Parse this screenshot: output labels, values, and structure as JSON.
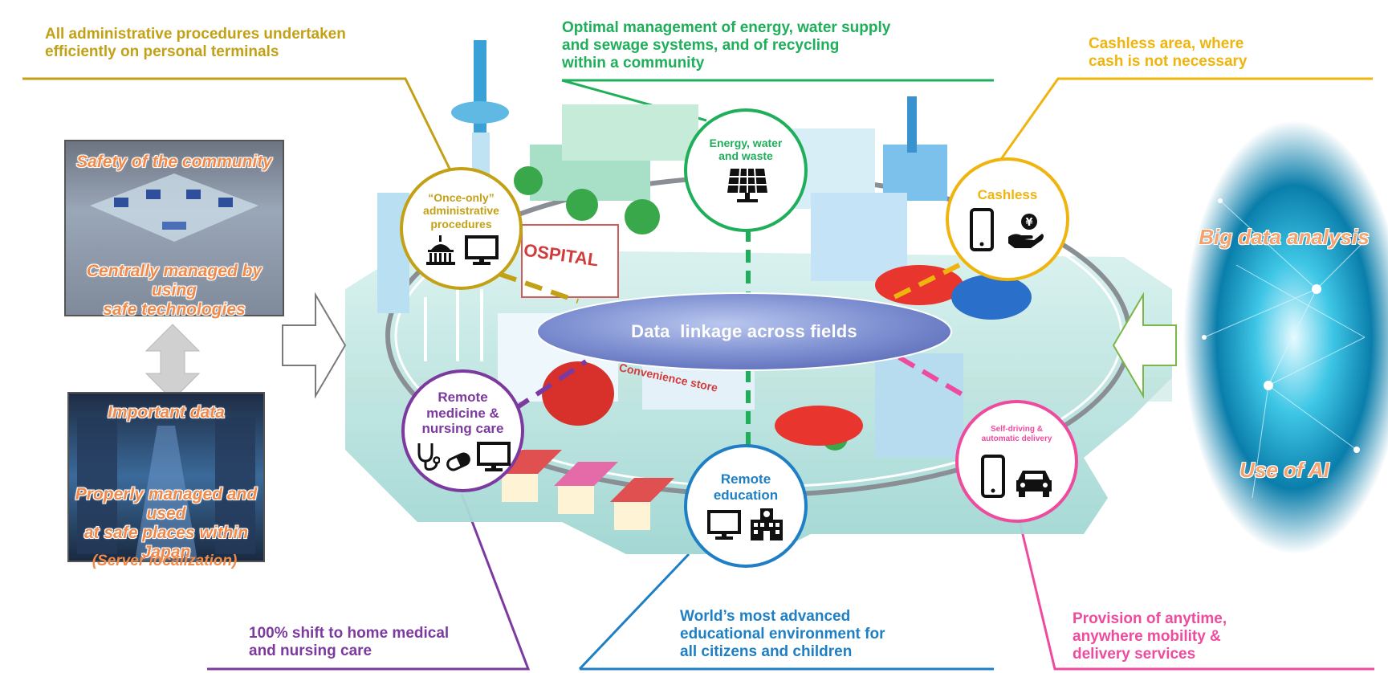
{
  "callouts": {
    "admin": {
      "text": "All administrative procedures undertaken\nefficiently on personal terminals",
      "color": "#c3a117"
    },
    "energy": {
      "text": "Optimal management of energy, water supply\nand sewage systems, and of recycling\nwithin a community",
      "color": "#1fae59"
    },
    "cashless": {
      "text": "Cashless area, where\ncash is not necessary",
      "color": "#efb50e"
    },
    "medical": {
      "text": "100% shift to home medical\nand nursing care",
      "color": "#7c3a9f"
    },
    "education": {
      "text": "World’s most advanced\neducational environment for\nall citizens and children",
      "color": "#1f7fc4"
    },
    "mobility": {
      "text": "Provision of anytime,\nanywhere mobility &\ndelivery services",
      "color": "#ee4b9e"
    }
  },
  "left_panels": {
    "control_room": {
      "title": "Safety of the community",
      "caption": "Centrally managed by using\nsafe technologies"
    },
    "server_room": {
      "title": "Important data",
      "caption": "Properly managed and used\nat safe places within Japan"
    },
    "server_note": "(Server localization)"
  },
  "right_panel": {
    "top": "Big data analysis",
    "bottom": "Use of AI"
  },
  "hub": {
    "label": "Data  linkage across fields"
  },
  "city": {
    "hospital_sign": "OSPITAL",
    "store_sign": "Convenience store"
  },
  "circles": {
    "admin": {
      "title": "“Once-only”\nadministrative\nprocedures",
      "color": "#c3a117",
      "icons": [
        "government-building-icon",
        "monitor-icon"
      ]
    },
    "energy": {
      "title": "Energy, water\nand waste",
      "color": "#1fae59",
      "icons": [
        "solar-panel-icon"
      ]
    },
    "cashless": {
      "title": "Cashless",
      "color": "#efb50e",
      "icons": [
        "smartphone-icon",
        "hand-coin-icon"
      ]
    },
    "medicine": {
      "title": "Remote\nmedicine &\nnursing care",
      "color": "#7c3a9f",
      "icons": [
        "stethoscope-icon",
        "pill-icon",
        "monitor-icon"
      ]
    },
    "education": {
      "title": "Remote\neducation",
      "color": "#1f7fc4",
      "icons": [
        "monitor-icon",
        "school-building-icon"
      ]
    },
    "mobility": {
      "title": "Self-driving &\nautomatic delivery",
      "color": "#ee4b9e",
      "icons": [
        "smartphone-icon",
        "car-icon"
      ]
    }
  }
}
